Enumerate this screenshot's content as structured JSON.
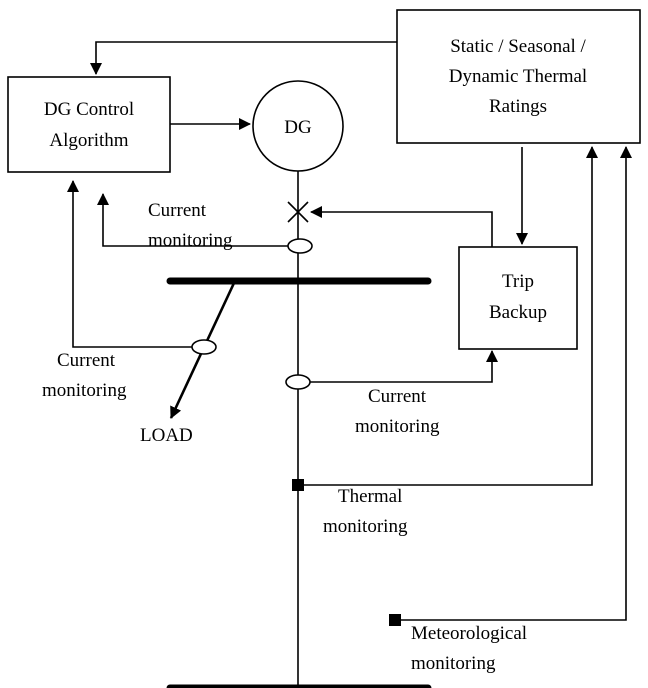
{
  "ratings_box": {
    "lines": [
      "Static / Seasonal /",
      "Dynamic Thermal",
      "Ratings"
    ]
  },
  "dg_control_box": {
    "lines": [
      "DG Control",
      "Algorithm"
    ]
  },
  "dg_generator": {
    "label": "DG"
  },
  "trip_backup_box": {
    "lines": [
      "Trip",
      "Backup"
    ]
  },
  "load": {
    "label": "LOAD"
  },
  "monitoring": {
    "current_top": [
      "Current",
      "monitoring"
    ],
    "current_left": [
      "Current",
      "monitoring"
    ],
    "current_right": [
      "Current",
      "monitoring"
    ],
    "thermal": [
      "Thermal",
      "monitoring"
    ],
    "meteorological": [
      "Meteorological",
      "monitoring"
    ]
  }
}
